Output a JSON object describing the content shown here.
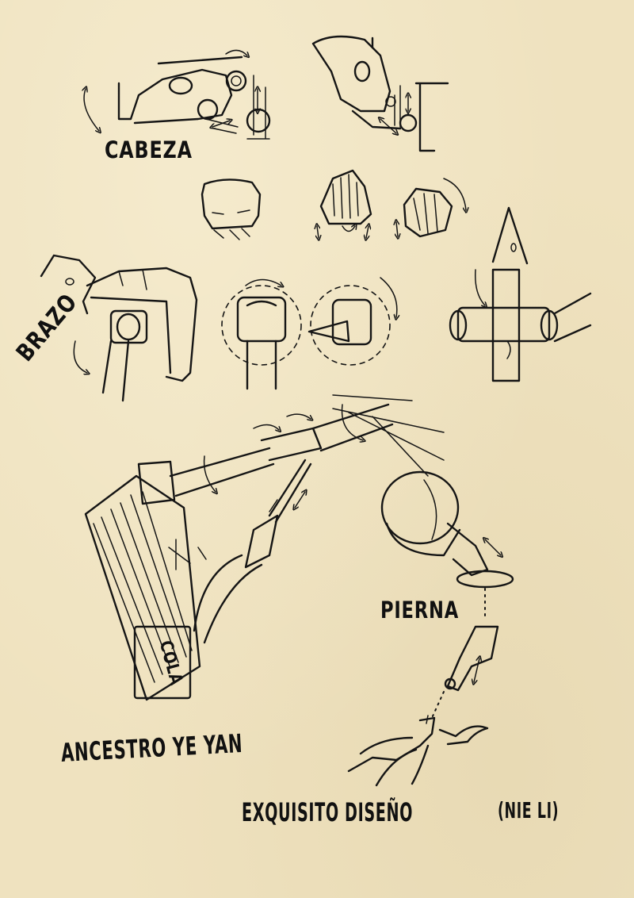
{
  "labels": {
    "head": "CABEZA",
    "arm": "BRAZO",
    "tail": "COLA",
    "leg": "PIERNA",
    "ancestor": "ANCESTRO YE YAN",
    "design": "EXQUISITO DISEÑO",
    "artist": "(NIE LI)"
  },
  "colors": {
    "paper": "#efe2bf",
    "ink": "#151515"
  },
  "icons": {
    "rotation_arrow": "rotation-arrow-icon",
    "linear_arrow": "double-arrow-icon"
  }
}
